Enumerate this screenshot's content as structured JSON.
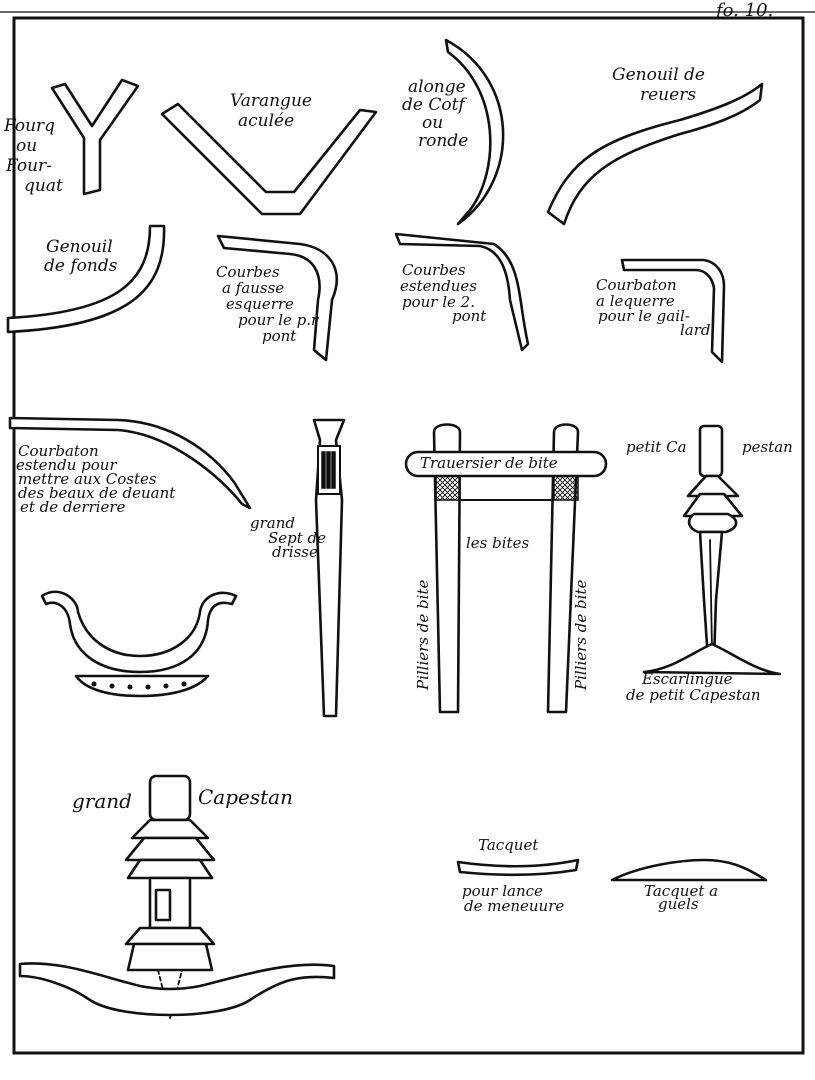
{
  "plate": {
    "folio": "fo. 10.",
    "labels": {
      "fourquat": [
        "Fourq",
        "ou",
        "Four-",
        "quat"
      ],
      "varangue": [
        "Varangue",
        "aculée"
      ],
      "alonge": [
        "alonge",
        "de Cotf",
        "ou",
        "ronde"
      ],
      "genouil_reuers": [
        "Genouil de",
        "reuers"
      ],
      "genouil_fonds": [
        "Genouil",
        "de fonds"
      ],
      "courbes_fausse": [
        "Courbes",
        "a fausse",
        "esquerre",
        "pour le p.r",
        "pont"
      ],
      "courbes_estendues": [
        "Courbes",
        "estendues",
        "pour le 2.",
        "pont"
      ],
      "courbaton_equerre": [
        "Courbaton",
        "a lequerre",
        "pour le gail-",
        "lard"
      ],
      "courbaton_estendu": [
        "Courbaton",
        "estendu pour",
        "mettre aux Costes",
        "des beaux de deuant",
        "et de derriere"
      ],
      "grand_sept": [
        "grand",
        "Sept de",
        "drisse"
      ],
      "trauersier": "Trauersier de bite",
      "les_bites": "les bites",
      "pilliers_left": "Pilliers de bite",
      "pilliers_right": "Pilliers de bite",
      "petit_capestan": [
        "petit Ca",
        "pestan"
      ],
      "escarlingue": [
        "Escarlingue",
        "de petit Capestan"
      ],
      "grand_capestan": [
        "grand",
        "Capestan"
      ],
      "tacquet": "Tacquet",
      "pour_lance": [
        "pour lance",
        "de meneuure"
      ],
      "tacquet_guels": [
        "Tacquet a",
        "guels"
      ]
    }
  }
}
